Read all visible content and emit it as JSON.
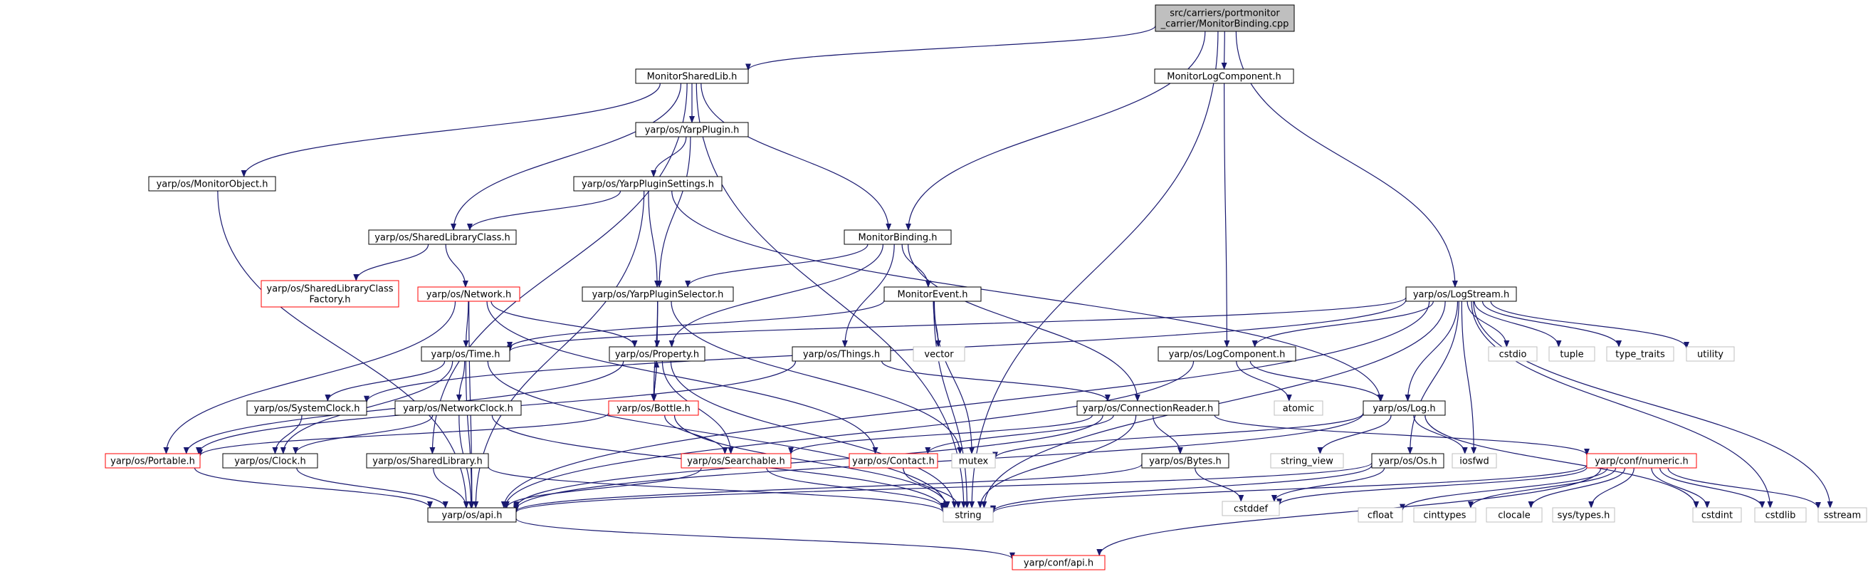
{
  "colors": {
    "edge": "#191970",
    "box_default": "#000000",
    "box_red": "#ff0000",
    "box_grey": "#bfbfbf",
    "fill_root": "#bfbfbf",
    "fill_default": "#ffffff",
    "text": "#000000"
  },
  "nodes": [
    {
      "id": "root",
      "lines": [
        "src/carriers/portmonitor",
        "_carrier/MonitorBinding.cpp"
      ],
      "style": "root"
    },
    {
      "id": "msl",
      "lines": [
        "MonitorSharedLib.h"
      ],
      "style": "default"
    },
    {
      "id": "mlc",
      "lines": [
        "MonitorLogComponent.h"
      ],
      "style": "default"
    },
    {
      "id": "yp",
      "lines": [
        "yarp/os/YarpPlugin.h"
      ],
      "style": "default"
    },
    {
      "id": "mo",
      "lines": [
        "yarp/os/MonitorObject.h"
      ],
      "style": "default"
    },
    {
      "id": "yps",
      "lines": [
        "yarp/os/YarpPluginSettings.h"
      ],
      "style": "default"
    },
    {
      "id": "slc",
      "lines": [
        "yarp/os/SharedLibraryClass.h"
      ],
      "style": "default"
    },
    {
      "id": "mb",
      "lines": [
        "MonitorBinding.h"
      ],
      "style": "default"
    },
    {
      "id": "slcf",
      "lines": [
        "yarp/os/SharedLibraryClass",
        "Factory.h"
      ],
      "style": "red"
    },
    {
      "id": "net",
      "lines": [
        "yarp/os/Network.h"
      ],
      "style": "red"
    },
    {
      "id": "ypsel",
      "lines": [
        "yarp/os/YarpPluginSelector.h"
      ],
      "style": "default"
    },
    {
      "id": "me",
      "lines": [
        "MonitorEvent.h"
      ],
      "style": "default"
    },
    {
      "id": "ls",
      "lines": [
        "yarp/os/LogStream.h"
      ],
      "style": "default"
    },
    {
      "id": "time",
      "lines": [
        "yarp/os/Time.h"
      ],
      "style": "default"
    },
    {
      "id": "prop",
      "lines": [
        "yarp/os/Property.h"
      ],
      "style": "default"
    },
    {
      "id": "things",
      "lines": [
        "yarp/os/Things.h"
      ],
      "style": "default"
    },
    {
      "id": "vector",
      "lines": [
        "vector"
      ],
      "style": "grey"
    },
    {
      "id": "lc",
      "lines": [
        "yarp/os/LogComponent.h"
      ],
      "style": "default"
    },
    {
      "id": "cstdio",
      "lines": [
        "cstdio"
      ],
      "style": "grey"
    },
    {
      "id": "tuple",
      "lines": [
        "tuple"
      ],
      "style": "grey"
    },
    {
      "id": "tt",
      "lines": [
        "type_traits"
      ],
      "style": "grey"
    },
    {
      "id": "utility",
      "lines": [
        "utility"
      ],
      "style": "grey"
    },
    {
      "id": "sc",
      "lines": [
        "yarp/os/SystemClock.h"
      ],
      "style": "default"
    },
    {
      "id": "nc",
      "lines": [
        "yarp/os/NetworkClock.h"
      ],
      "style": "default"
    },
    {
      "id": "bottle",
      "lines": [
        "yarp/os/Bottle.h"
      ],
      "style": "red"
    },
    {
      "id": "cr",
      "lines": [
        "yarp/os/ConnectionReader.h"
      ],
      "style": "default"
    },
    {
      "id": "atomic",
      "lines": [
        "atomic"
      ],
      "style": "grey"
    },
    {
      "id": "log",
      "lines": [
        "yarp/os/Log.h"
      ],
      "style": "default"
    },
    {
      "id": "portable",
      "lines": [
        "yarp/os/Portable.h"
      ],
      "style": "red"
    },
    {
      "id": "clock",
      "lines": [
        "yarp/os/Clock.h"
      ],
      "style": "default"
    },
    {
      "id": "sl",
      "lines": [
        "yarp/os/SharedLibrary.h"
      ],
      "style": "default"
    },
    {
      "id": "search",
      "lines": [
        "yarp/os/Searchable.h"
      ],
      "style": "red"
    },
    {
      "id": "contact",
      "lines": [
        "yarp/os/Contact.h"
      ],
      "style": "red"
    },
    {
      "id": "mutex",
      "lines": [
        "mutex"
      ],
      "style": "grey"
    },
    {
      "id": "bytes",
      "lines": [
        "yarp/os/Bytes.h"
      ],
      "style": "default"
    },
    {
      "id": "sv",
      "lines": [
        "string_view"
      ],
      "style": "grey"
    },
    {
      "id": "os",
      "lines": [
        "yarp/os/Os.h"
      ],
      "style": "default"
    },
    {
      "id": "iosfwd",
      "lines": [
        "iosfwd"
      ],
      "style": "grey"
    },
    {
      "id": "numeric",
      "lines": [
        "yarp/conf/numeric.h"
      ],
      "style": "red"
    },
    {
      "id": "api",
      "lines": [
        "yarp/os/api.h"
      ],
      "style": "default"
    },
    {
      "id": "string",
      "lines": [
        "string"
      ],
      "style": "grey"
    },
    {
      "id": "cstddef",
      "lines": [
        "cstddef"
      ],
      "style": "grey"
    },
    {
      "id": "cfloat",
      "lines": [
        "cfloat"
      ],
      "style": "grey"
    },
    {
      "id": "cinttypes",
      "lines": [
        "cinttypes"
      ],
      "style": "grey"
    },
    {
      "id": "clocale",
      "lines": [
        "clocale"
      ],
      "style": "grey"
    },
    {
      "id": "systypes",
      "lines": [
        "sys/types.h"
      ],
      "style": "grey"
    },
    {
      "id": "cstdint",
      "lines": [
        "cstdint"
      ],
      "style": "grey"
    },
    {
      "id": "cstdlib",
      "lines": [
        "cstdlib"
      ],
      "style": "grey"
    },
    {
      "id": "sstream",
      "lines": [
        "sstream"
      ],
      "style": "grey"
    },
    {
      "id": "confapi",
      "lines": [
        "yarp/conf/api.h"
      ],
      "style": "red"
    }
  ],
  "edges": [
    [
      "root",
      "msl"
    ],
    [
      "root",
      "mlc"
    ],
    [
      "root",
      "mb"
    ],
    [
      "root",
      "ls"
    ],
    [
      "root",
      "string"
    ],
    [
      "msl",
      "yp"
    ],
    [
      "msl",
      "mo"
    ],
    [
      "msl",
      "slc"
    ],
    [
      "msl",
      "mb"
    ],
    [
      "msl",
      "sl"
    ],
    [
      "msl",
      "string"
    ],
    [
      "mlc",
      "lc"
    ],
    [
      "yp",
      "yps"
    ],
    [
      "yp",
      "ypsel"
    ],
    [
      "mo",
      "api"
    ],
    [
      "yps",
      "slc"
    ],
    [
      "yps",
      "ypsel"
    ],
    [
      "yps",
      "log"
    ],
    [
      "yps",
      "api"
    ],
    [
      "slc",
      "slcf"
    ],
    [
      "slc",
      "net"
    ],
    [
      "mb",
      "ypsel"
    ],
    [
      "mb",
      "me"
    ],
    [
      "mb",
      "things"
    ],
    [
      "mb",
      "cr"
    ],
    [
      "mb",
      "prop"
    ],
    [
      "net",
      "time"
    ],
    [
      "net",
      "prop"
    ],
    [
      "net",
      "contact"
    ],
    [
      "net",
      "portable"
    ],
    [
      "net",
      "api"
    ],
    [
      "ypsel",
      "prop"
    ],
    [
      "ypsel",
      "bottle"
    ],
    [
      "ypsel",
      "mutex"
    ],
    [
      "me",
      "time"
    ],
    [
      "me",
      "vector"
    ],
    [
      "me",
      "mutex"
    ],
    [
      "me",
      "string"
    ],
    [
      "ls",
      "time"
    ],
    [
      "ls",
      "lc"
    ],
    [
      "ls",
      "log"
    ],
    [
      "ls",
      "cstdio"
    ],
    [
      "ls",
      "tuple"
    ],
    [
      "ls",
      "tt"
    ],
    [
      "ls",
      "utility"
    ],
    [
      "ls",
      "sc"
    ],
    [
      "ls",
      "os"
    ],
    [
      "ls",
      "string"
    ],
    [
      "ls",
      "iosfwd"
    ],
    [
      "ls",
      "cstdlib"
    ],
    [
      "ls",
      "sstream"
    ],
    [
      "ls",
      "api"
    ],
    [
      "time",
      "sc"
    ],
    [
      "time",
      "nc"
    ],
    [
      "time",
      "clock"
    ],
    [
      "time",
      "string"
    ],
    [
      "time",
      "api"
    ],
    [
      "prop",
      "bottle"
    ],
    [
      "prop",
      "search"
    ],
    [
      "prop",
      "string"
    ],
    [
      "prop",
      "portable"
    ],
    [
      "things",
      "cr"
    ],
    [
      "things",
      "portable"
    ],
    [
      "lc",
      "log"
    ],
    [
      "lc",
      "atomic"
    ],
    [
      "lc",
      "api"
    ],
    [
      "sc",
      "clock"
    ],
    [
      "nc",
      "clock"
    ],
    [
      "nc",
      "api"
    ],
    [
      "nc",
      "string"
    ],
    [
      "bottle",
      "prop"
    ],
    [
      "bottle",
      "search"
    ],
    [
      "bottle",
      "portable"
    ],
    [
      "bottle",
      "string"
    ],
    [
      "cr",
      "search"
    ],
    [
      "cr",
      "contact"
    ],
    [
      "cr",
      "bytes"
    ],
    [
      "cr",
      "numeric"
    ],
    [
      "cr",
      "string"
    ],
    [
      "cr",
      "api"
    ],
    [
      "log",
      "sv"
    ],
    [
      "log",
      "iosfwd"
    ],
    [
      "log",
      "cstdint"
    ],
    [
      "log",
      "mutex"
    ],
    [
      "log",
      "api"
    ],
    [
      "portable",
      "api"
    ],
    [
      "clock",
      "api"
    ],
    [
      "sl",
      "api"
    ],
    [
      "sl",
      "string"
    ],
    [
      "search",
      "string"
    ],
    [
      "search",
      "api"
    ],
    [
      "contact",
      "string"
    ],
    [
      "bytes",
      "cstddef"
    ],
    [
      "bytes",
      "api"
    ],
    [
      "os",
      "api"
    ],
    [
      "os",
      "string"
    ],
    [
      "os",
      "cstddef"
    ],
    [
      "numeric",
      "cfloat"
    ],
    [
      "numeric",
      "cinttypes"
    ],
    [
      "numeric",
      "clocale"
    ],
    [
      "numeric",
      "systypes"
    ],
    [
      "numeric",
      "cstdint"
    ],
    [
      "numeric",
      "cstdlib"
    ],
    [
      "numeric",
      "sstream"
    ],
    [
      "numeric",
      "string"
    ],
    [
      "numeric",
      "cstddef"
    ],
    [
      "numeric",
      "confapi"
    ],
    [
      "api",
      "confapi"
    ]
  ]
}
